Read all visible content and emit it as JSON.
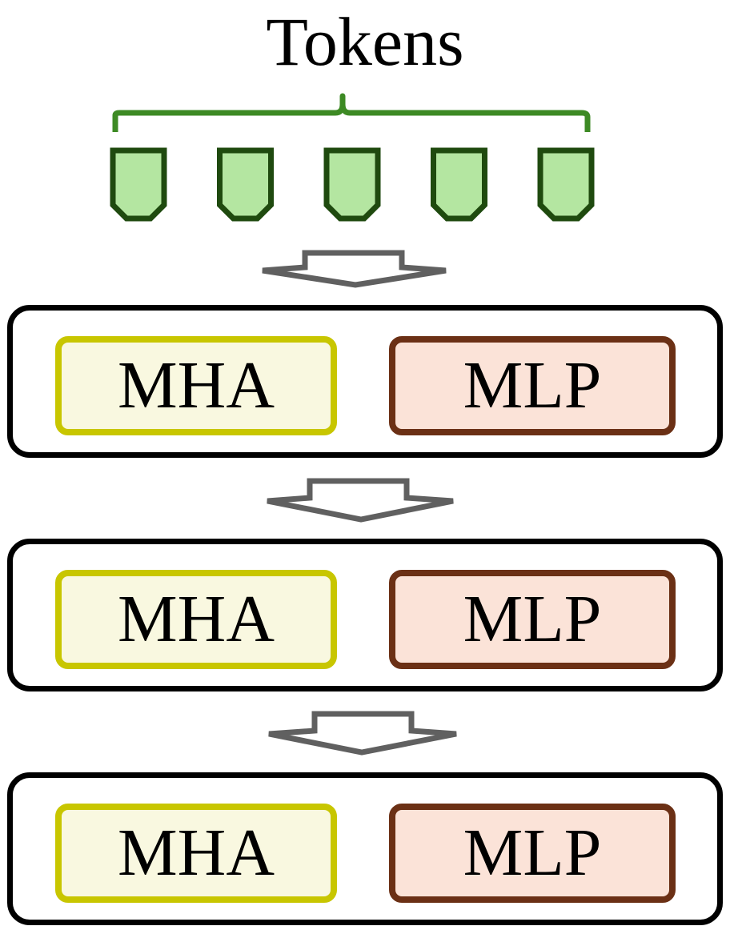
{
  "diagram": {
    "title": "Tokens",
    "token_count": 5,
    "colors": {
      "brace": "#3d8a24",
      "token_fill": "#b4e6a1",
      "token_stroke": "#1f4a0f",
      "arrow": "#606060",
      "layer_border": "#000000",
      "mha_fill": "#f9f8e0",
      "mha_border": "#c8c600",
      "mlp_fill": "#fbe3d8",
      "mlp_border": "#6b3015"
    },
    "layers": [
      {
        "mha_label": "MHA",
        "mlp_label": "MLP"
      },
      {
        "mha_label": "MHA",
        "mlp_label": "MLP"
      },
      {
        "mha_label": "MHA",
        "mlp_label": "MLP"
      }
    ]
  }
}
